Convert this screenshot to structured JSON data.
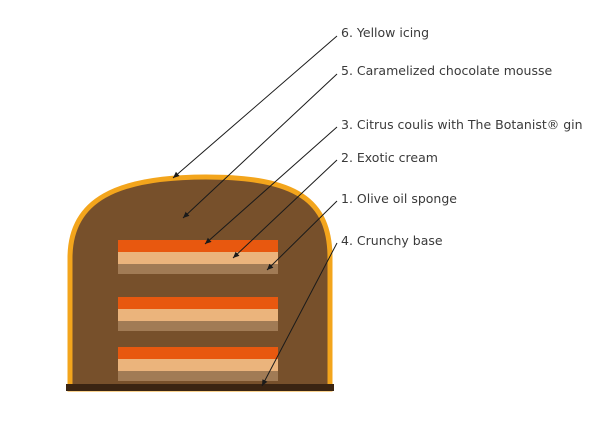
{
  "colors": {
    "icing": "#f3a51c",
    "mousse": "#77502b",
    "coulis": "#e8580f",
    "cream": "#ebb47c",
    "sponge": "#c8a176",
    "sponge_bottom": "#a17b55",
    "base": "#3a2412",
    "leader": "#1a1a1a",
    "text": "#3a3a3a"
  },
  "layers": [
    {
      "id": "yellow-icing",
      "label": "6. Yellow icing"
    },
    {
      "id": "caramelized-chocolate-mousse",
      "label": "5. Caramelized chocolate mousse"
    },
    {
      "id": "citrus-coulis",
      "label": "3. Citrus coulis with The Botanist® gin"
    },
    {
      "id": "exotic-cream",
      "label": "2. Exotic cream"
    },
    {
      "id": "olive-oil-sponge",
      "label": "1. Olive oil sponge"
    },
    {
      "id": "crunchy-base",
      "label": "4. Crunchy base"
    }
  ]
}
